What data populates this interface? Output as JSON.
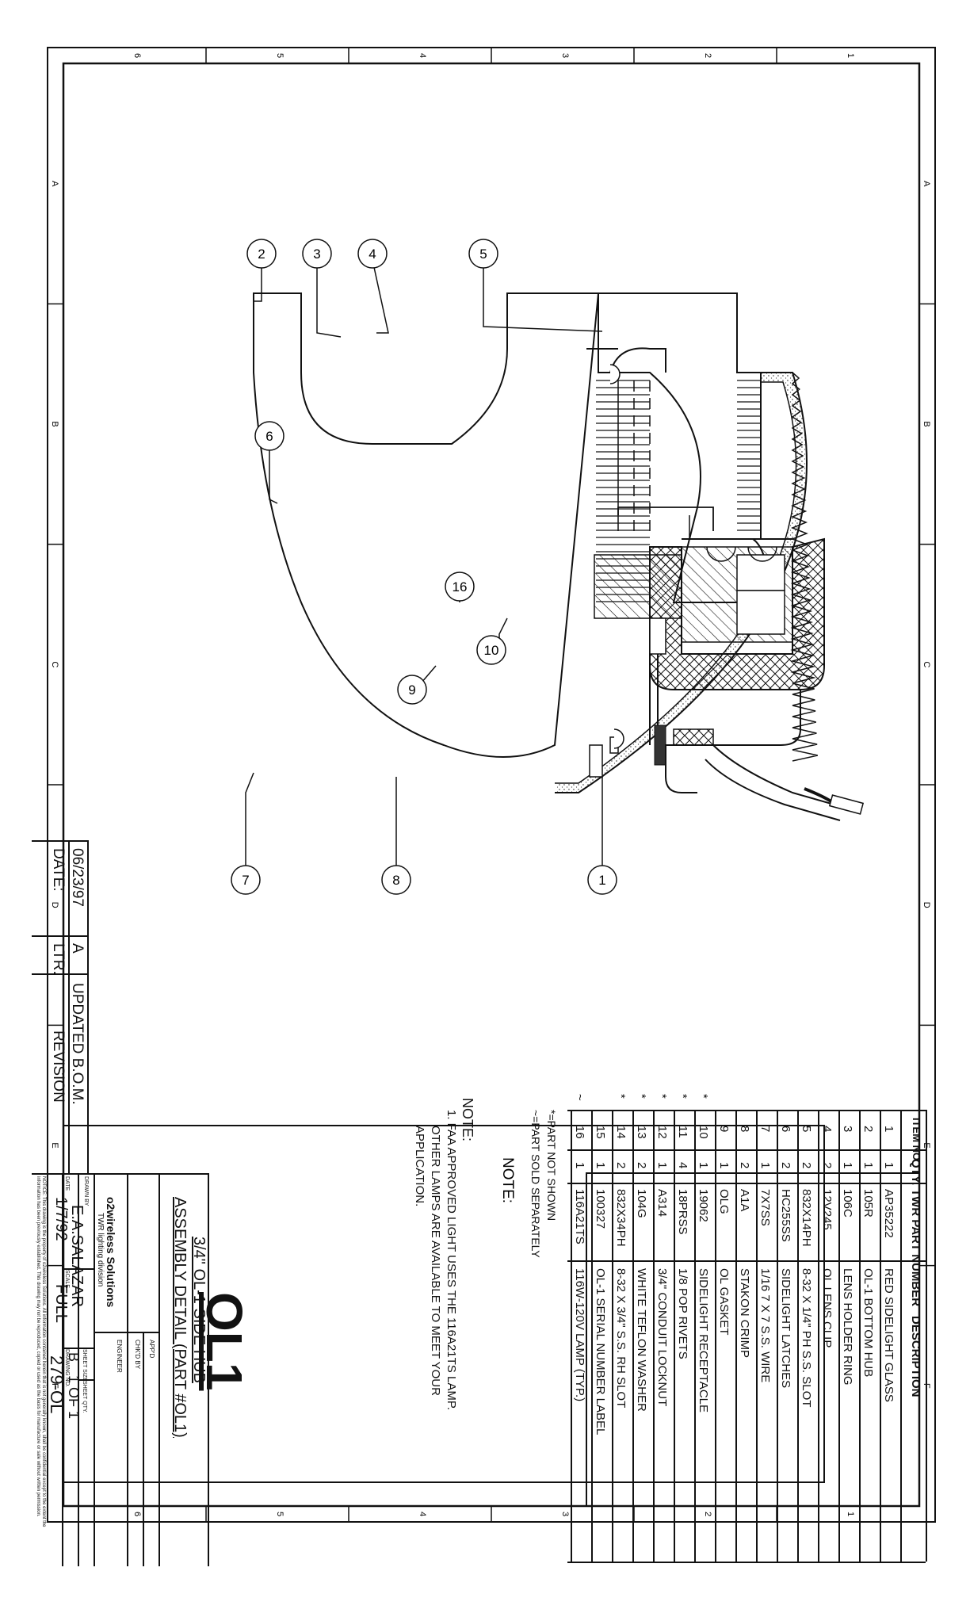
{
  "title_block": {
    "part_code": "OL1",
    "title_line1": "3/4\" OL-1 SIDE HUB",
    "title_line2": "ASSEMBLY DETAIL (PART #OL1)",
    "company_name": "o2wireless Solutions",
    "company_division": "TWR lighting division",
    "appd_label": "APP'D",
    "chkd_label": "CHK'D BY",
    "engineer_label": "ENGINEER",
    "drawn_by_label": "DRAWN BY",
    "drawn_by": "E.A.SALAZAR",
    "date_label": "DATE",
    "date": "1/7/92",
    "scale_label": "SCALE",
    "scale": "FULL",
    "sheet_size_label": "SHEET SIZE",
    "sheet_size": "B",
    "sheet_qty_label": "SHEET QTY.",
    "sheet_qty": "1 OF 1",
    "drawing_no_label": "DRAWING NO.",
    "drawing_no": "279-OL",
    "notice": "NOTICE: This drawing is the property of o2wireless Solutions. All information contained herein that is not generally known, shall be confidential except to the extent the information has been previously established. This drawing may not be reproduced, copied or used as the basis for manufacture or sale without written permission."
  },
  "revision": {
    "date": "06/23/97",
    "letter": "A",
    "description": "UPDATED B.O.M.",
    "date_header": "DATE:",
    "ltr_header": "LTR.",
    "revision_header": "REVISION"
  },
  "bom": {
    "headers": {
      "item": "ITEM NO",
      "qty": "QTY.",
      "part": "TWR PART NUMBER",
      "desc": "DESCRIPTION"
    },
    "rows": [
      {
        "mark": "",
        "item": "1",
        "qty": "1",
        "part": "AP35222",
        "desc": "RED SIDELIGHT GLASS"
      },
      {
        "mark": "",
        "item": "2",
        "qty": "1",
        "part": "105R",
        "desc": "OL-1 BOTTOM HUB"
      },
      {
        "mark": "",
        "item": "3",
        "qty": "1",
        "part": "106C",
        "desc": "LENS HOLDER RING"
      },
      {
        "mark": "",
        "item": "4",
        "qty": "2",
        "part": "12V245",
        "desc": "OL LENS CLIP"
      },
      {
        "mark": "",
        "item": "5",
        "qty": "2",
        "part": "832X14PH",
        "desc": "8-32 X 1/4\" PH S.S. SLOT"
      },
      {
        "mark": "",
        "item": "6",
        "qty": "2",
        "part": "HC255SS",
        "desc": "SIDELIGHT LATCHES"
      },
      {
        "mark": "",
        "item": "7",
        "qty": "1",
        "part": "7X7SS",
        "desc": "1/16 7 X 7 S.S. WIRE"
      },
      {
        "mark": "",
        "item": "8",
        "qty": "2",
        "part": "A1A",
        "desc": "STAKON CRIMP"
      },
      {
        "mark": "",
        "item": "9",
        "qty": "1",
        "part": "OLG",
        "desc": "OL GASKET"
      },
      {
        "mark": "*",
        "item": "10",
        "qty": "1",
        "part": "19062",
        "desc": "SIDELIGHT RECEPTACLE"
      },
      {
        "mark": "*",
        "item": "11",
        "qty": "4",
        "part": "18PRSS",
        "desc": "1/8 POP RIVETS"
      },
      {
        "mark": "*",
        "item": "12",
        "qty": "1",
        "part": "A314",
        "desc": "3/4\" CONDUIT LOCKNUT"
      },
      {
        "mark": "*",
        "item": "13",
        "qty": "2",
        "part": "104G",
        "desc": "WHITE TEFLON WASHER"
      },
      {
        "mark": "*",
        "item": "14",
        "qty": "2",
        "part": "832X34PH",
        "desc": "8-32 X 3/4\" S.S. RH SLOT"
      },
      {
        "mark": "",
        "item": "15",
        "qty": "1",
        "part": "100327",
        "desc": "OL-1 SERIAL NUMBER LABEL"
      },
      {
        "mark": "~",
        "item": "16",
        "qty": "1",
        "part": "116A21TS",
        "desc": "116W-120V LAMP (TYP.)"
      }
    ],
    "footnote1": "*=PART NOT SHOWN",
    "footnote2": "~=PART SOLD SEPARATELY"
  },
  "note": {
    "heading": "NOTE:",
    "line1": "1.  FAA APPROVED LIGHT USES THE 116A21TS LAMP.",
    "line2": "OTHER LAMPS ARE AVAILABLE TO MEET YOUR",
    "line3": "APPLICATION."
  },
  "balloons": [
    "1",
    "2",
    "3",
    "4",
    "5",
    "6",
    "7",
    "8",
    "9",
    "10",
    "16"
  ],
  "zones": {
    "numbers": [
      "1",
      "2",
      "3",
      "4",
      "5",
      "6"
    ],
    "letters": [
      "A",
      "B",
      "C",
      "D",
      "E",
      "F"
    ]
  }
}
